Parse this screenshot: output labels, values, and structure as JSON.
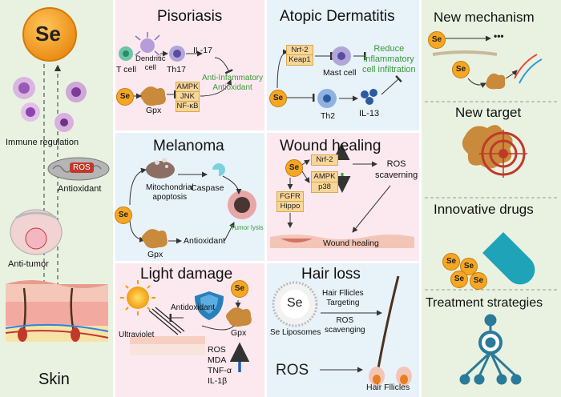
{
  "left": {
    "se": "Se",
    "immune": "Immune regulation",
    "ros": "ROS",
    "antioxidant": "Antioxidant",
    "antitumor": "Anti-tumor",
    "skin": "Skin"
  },
  "psoriasis": {
    "title": "Pisoriasis",
    "tcell": "T cell",
    "dendritic": "Dendritic\ncell",
    "th17": "Th17",
    "il17": "IL-17",
    "ampk": "AMPK",
    "jnk": "JNK",
    "nfkb": "NF-κB",
    "gpx": "Gpx",
    "se": "Se",
    "effect": "Anti-Infammatory\nAntioxidant"
  },
  "atopic": {
    "title": "Atopic Dermatitis",
    "nrf2": "Nrf-2",
    "keap1": "Keap1",
    "mast": "Mast cell",
    "effect": "Reduce\ninflammatory\ncell infiltration",
    "se": "Se",
    "th2": "Th2",
    "il13": "IL-13"
  },
  "melanoma": {
    "title": "Melanoma",
    "mito": "Mitochondrial\napoptosis",
    "caspase": "Caspase",
    "se": "Se",
    "tumorlysis": "Tumor lysis",
    "gpx": "Gpx",
    "antioxidant": "Antioxidant"
  },
  "wound": {
    "title": "Wound healing",
    "se": "Se",
    "nrf2": "Nrf-2",
    "ampk": "AMPK",
    "p38": "p38",
    "fgfr": "FGFR",
    "hippo": "Hippo",
    "ros": "ROS\nscaverning",
    "healing": "Wound healing"
  },
  "light": {
    "title": "Light damage",
    "se": "Se",
    "antioxidant": "Antidoxidant",
    "gpx": "Gpx",
    "uv": "Ultraviolet",
    "markers": [
      "ROS",
      "MDA",
      "TNF-α",
      "IL-1β"
    ]
  },
  "hair": {
    "title": "Hair loss",
    "se": "Se",
    "liposomes": "Se Liposomes",
    "targeting": "Hair Fllicles\nTargeting",
    "scavenging": "ROS\nscavenging",
    "ros": "ROS",
    "follicles": "Hair Fllicles"
  },
  "right": {
    "mechanism": "New mechanism",
    "se1": "Se",
    "se2": "Se",
    "dots": "•••",
    "target": "New target",
    "drugs": "Innovative drugs",
    "strategies": "Treatment strategies",
    "se_caps": [
      "Se",
      "Se",
      "Se",
      "Se"
    ]
  },
  "colors": {
    "left_bg": "#e9f2e1",
    "right_bg": "#e9f2e1",
    "pink_bg": "#fbe9ef",
    "blue_bg": "#e8f2f9",
    "se_orange": "#f5a623",
    "green_text": "#3a9a3a",
    "arrow_blue": "#1f5fb4",
    "arrow_green": "#3aa040"
  }
}
